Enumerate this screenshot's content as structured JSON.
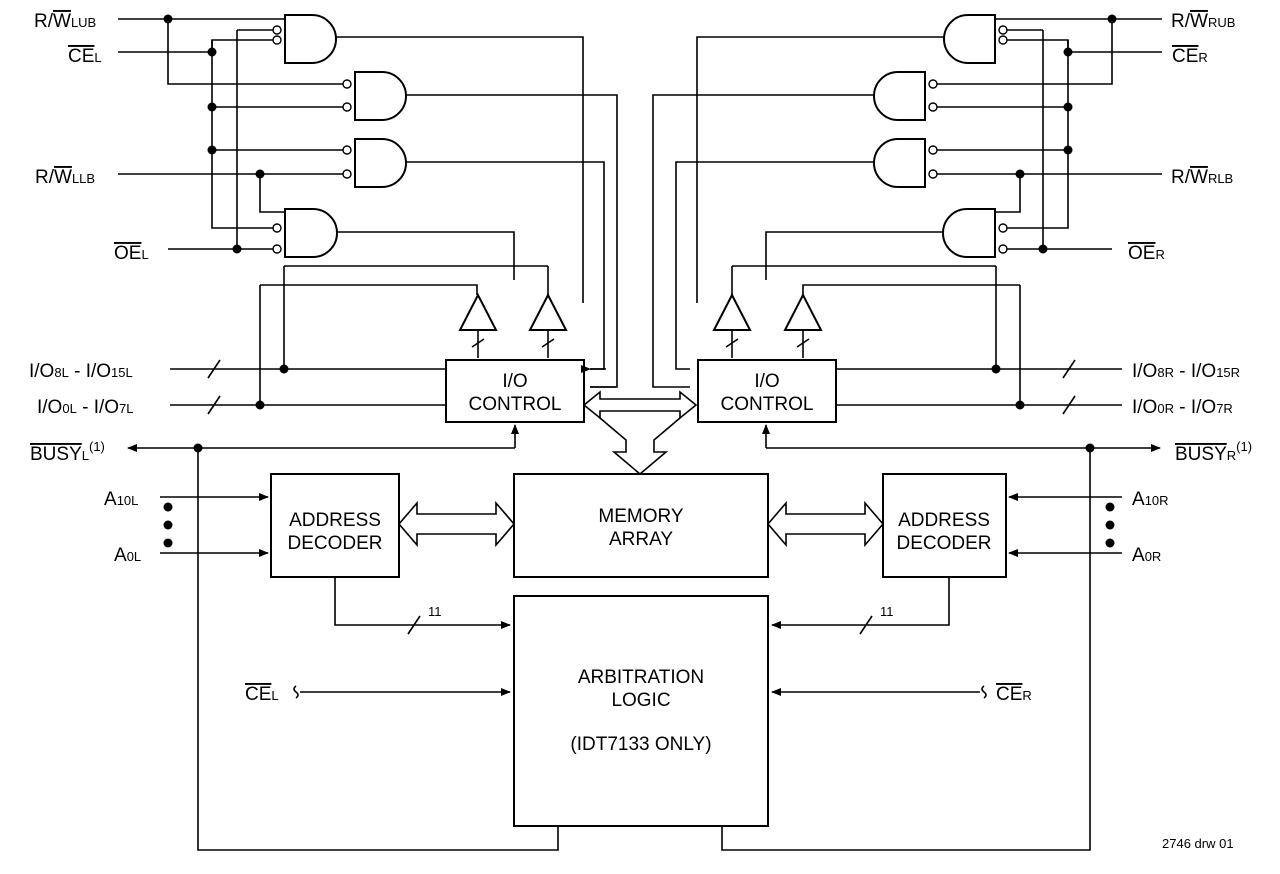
{
  "left": {
    "rw_ub": {
      "main": "R/",
      "bar": "W",
      "sub": "LUB"
    },
    "ce": {
      "bar": "CE",
      "sub": "L"
    },
    "rw_lb": {
      "main": "R/",
      "bar": "W",
      "sub": "LLB"
    },
    "oe": {
      "bar": "OE",
      "sub": "L"
    },
    "io_upper": {
      "a": "I/O",
      "s1": "8L",
      "b": " - I/O",
      "s2": "15L"
    },
    "io_lower": {
      "a": "I/O",
      "s1": "0L",
      "b": " - I/O",
      "s2": "7L"
    },
    "busy": {
      "bar": "BUSY",
      "sub": "L",
      "sup": "(1)"
    },
    "addr_hi": {
      "a": "A",
      "s": "10L"
    },
    "addr_lo": {
      "a": "A",
      "s": "0L"
    },
    "ce_arb": {
      "bar": "CE",
      "sub": "L"
    }
  },
  "right": {
    "rw_ub": {
      "main": "R/",
      "bar": "W",
      "sub": "RUB"
    },
    "ce": {
      "bar": "CE",
      "sub": "R"
    },
    "rw_lb": {
      "main": "R/",
      "bar": "W",
      "sub": "RLB"
    },
    "oe": {
      "bar": "OE",
      "sub": "R"
    },
    "io_upper": {
      "a": "I/O",
      "s1": "8R",
      "b": " - I/O",
      "s2": "15R"
    },
    "io_lower": {
      "a": "I/O",
      "s1": "0R",
      "b": " - I/O",
      "s2": "7R"
    },
    "busy": {
      "bar": "BUSY",
      "sub": "R",
      "sup": "(1)"
    },
    "addr_hi": {
      "a": "A",
      "s": "10R"
    },
    "addr_lo": {
      "a": "A",
      "s": "0R"
    },
    "ce_arb": {
      "bar": "CE",
      "sub": "R"
    }
  },
  "blocks": {
    "io_control": {
      "line1": "I/O",
      "line2": "CONTROL"
    },
    "address_decoder": {
      "line1": "ADDRESS",
      "line2": "DECODER"
    },
    "memory_array": {
      "line1": "MEMORY",
      "line2": "ARRAY"
    },
    "arbitration": {
      "line1": "ARBITRATION",
      "line2": "LOGIC",
      "line3": "(IDT7133 ONLY)"
    }
  },
  "bus_width": "11",
  "drawing_id": "2746 drw 01"
}
